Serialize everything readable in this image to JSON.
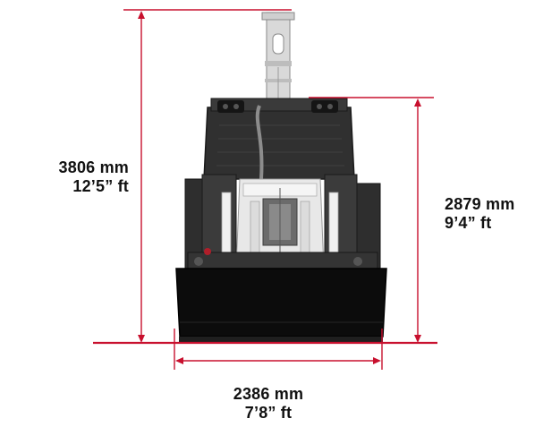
{
  "dimensions": {
    "overall_height": {
      "metric": "3806 mm",
      "imperial": "12’5” ft"
    },
    "cab_height": {
      "metric": "2879 mm",
      "imperial": "9’4” ft"
    },
    "width": {
      "metric": "2386 mm",
      "imperial": "7’8” ft"
    }
  },
  "colors": {
    "dimension_line": "#c8102e",
    "machine_body": "#2b2b2b",
    "machine_dark": "#141414",
    "machine_light": "#e6e6e6"
  }
}
